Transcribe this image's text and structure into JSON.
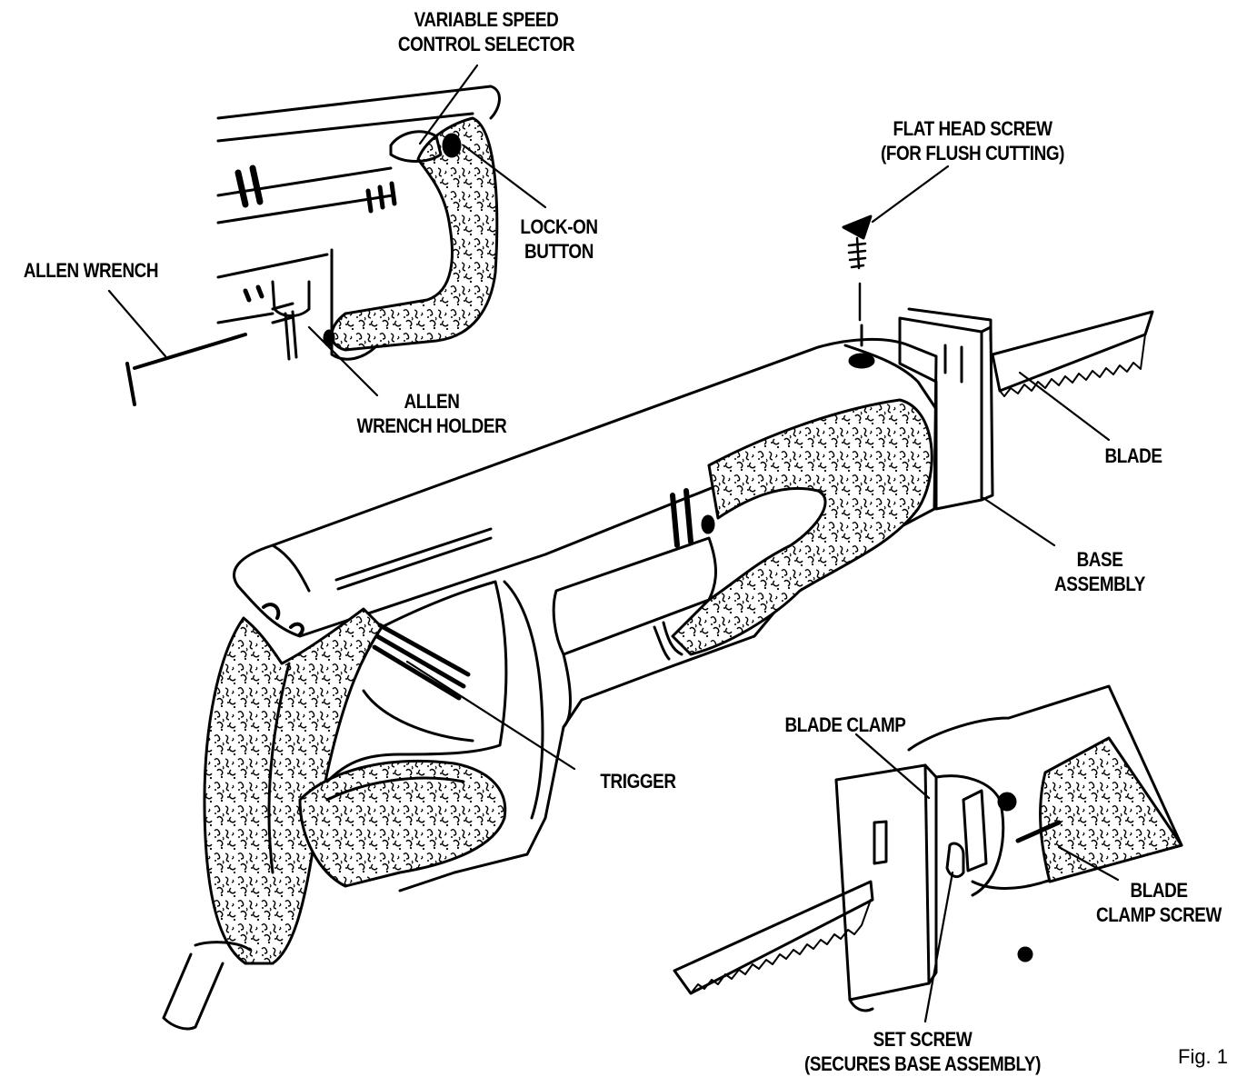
{
  "labels": {
    "variable_speed": [
      "VARIABLE SPEED",
      "CONTROL SELECTOR"
    ],
    "flat_head_screw": [
      "FLAT HEAD SCREW",
      "(FOR FLUSH CUTTING)"
    ],
    "lock_on_button": [
      "LOCK-ON",
      "BUTTON"
    ],
    "allen_wrench": [
      "ALLEN WRENCH"
    ],
    "allen_wrench_holder": [
      "ALLEN",
      "WRENCH HOLDER"
    ],
    "blade": [
      "BLADE"
    ],
    "base_assembly": [
      "BASE",
      "ASSEMBLY"
    ],
    "trigger": [
      "TRIGGER"
    ],
    "blade_clamp": [
      "BLADE CLAMP"
    ],
    "blade_clamp_screw": [
      "BLADE",
      "CLAMP SCREW"
    ],
    "set_screw": [
      "SET SCREW",
      "(SECURES BASE ASSEMBLY)"
    ]
  },
  "figure_label": "Fig. 1",
  "colors": {
    "ink": "#000000",
    "paper": "#ffffff"
  }
}
